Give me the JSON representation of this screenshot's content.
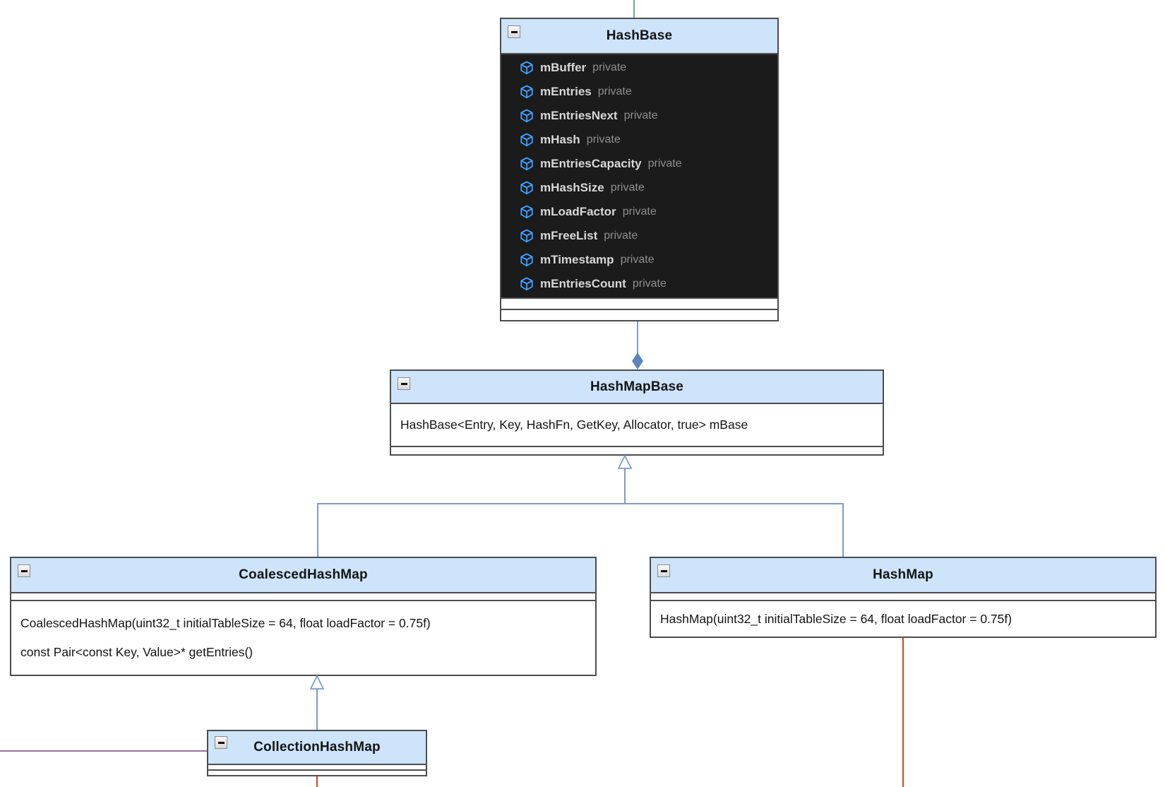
{
  "colors": {
    "header-fill": "#cde4fb",
    "box-border": "#4d4d4d",
    "dark-body": "#1b1b1b",
    "field-name": "#d8d8d8",
    "modifier": "#8f8f8f",
    "icon-blue": "#3b9eff",
    "edge-blue": "#7d9bc7",
    "diamond-blue": "#5f84b8",
    "edge-purple": "#9673a6",
    "edge-red": "#cc4a24"
  },
  "hashbase": {
    "title": "HashBase",
    "fields": [
      {
        "n": "mBuffer",
        "v": "private"
      },
      {
        "n": "mEntries",
        "v": "private"
      },
      {
        "n": "mEntriesNext",
        "v": "private"
      },
      {
        "n": "mHash",
        "v": "private"
      },
      {
        "n": "mEntriesCapacity",
        "v": "private"
      },
      {
        "n": "mHashSize",
        "v": "private"
      },
      {
        "n": "mLoadFactor",
        "v": "private"
      },
      {
        "n": "mFreeList",
        "v": "private"
      },
      {
        "n": "mTimestamp",
        "v": "private"
      },
      {
        "n": "mEntriesCount",
        "v": "private"
      }
    ]
  },
  "hashmapbase": {
    "title": "HashMapBase",
    "members": [
      "HashBase<Entry, Key, HashFn, GetKey, Allocator, true> mBase"
    ]
  },
  "coalescedhashmap": {
    "title": "CoalescedHashMap",
    "members": [
      "CoalescedHashMap(uint32_t initialTableSize = 64, float loadFactor = 0.75f)",
      "const Pair<const Key, Value>* getEntries()"
    ]
  },
  "hashmap": {
    "title": "HashMap",
    "members": [
      "HashMap(uint32_t initialTableSize = 64, float loadFactor = 0.75f)"
    ]
  },
  "collectionhashmap": {
    "title": "CollectionHashMap"
  }
}
